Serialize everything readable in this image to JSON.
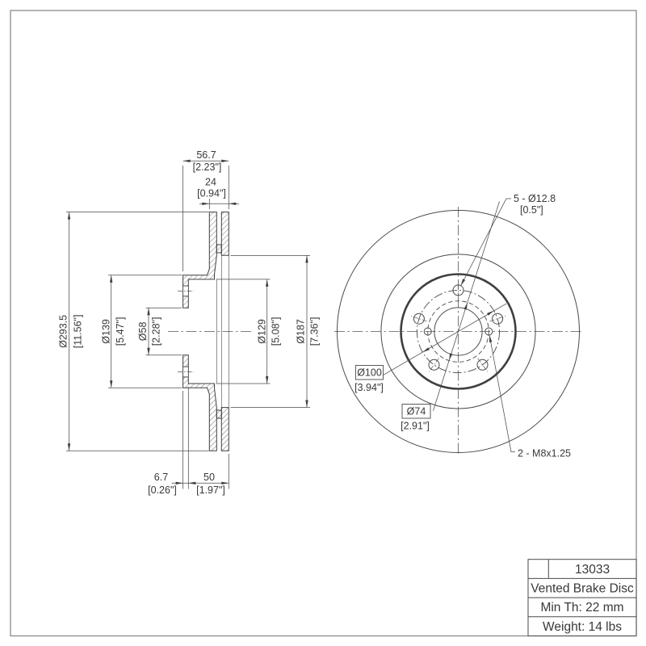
{
  "section": {
    "dim_width_total": "56.7",
    "dim_width_total_in": "[2.23\"]",
    "dim_plates": "24",
    "dim_plates_in": "[0.94\"]",
    "dim_od": "Ø293.5",
    "dim_od_in": "[11.56\"]",
    "dim_hat_od": "Ø139",
    "dim_hat_od_in": "[5.47\"]",
    "dim_bore": "Ø58",
    "dim_bore_in": "[2.28\"]",
    "dim_hat_id": "Ø129",
    "dim_hat_id_in": "[5.08\"]",
    "dim_friction_id": "Ø187",
    "dim_friction_id_in": "[7.36\"]",
    "dim_flange_thk": "6.7",
    "dim_flange_thk_in": "[0.26\"]",
    "dim_offset": "50",
    "dim_offset_in": "[1.97\"]"
  },
  "front": {
    "label_bolt_holes": "5 - Ø12.8",
    "label_bolt_holes_in": "[0.5\"]",
    "label_bolt_circle": "Ø100",
    "label_bolt_circle_in": "[3.94\"]",
    "label_screw_circle": "Ø74",
    "label_screw_circle_in": "[2.91\"]",
    "label_set_screws": "2 - M8x1.25"
  },
  "title_block": {
    "part_number": "13033",
    "product_name": "Vented Brake Disc",
    "min_thickness": "Min Th: 22 mm",
    "weight": "Weight: 14 lbs"
  },
  "colors": {
    "line": "#4a4a4a",
    "frame": "#8c8c8c",
    "text": "#383838"
  }
}
